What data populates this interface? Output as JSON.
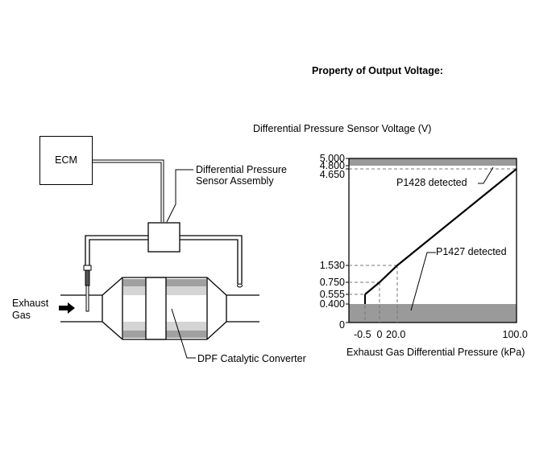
{
  "title": "Property of Output Voltage:",
  "diagram": {
    "ecm_label": "ECM",
    "sensor_label_line1": "Differential Pressure",
    "sensor_label_line2": "Sensor Assembly",
    "exhaust_label_line1": "Exhaust",
    "exhaust_label_line2": "Gas",
    "converter_label": "DPF Catalytic Converter"
  },
  "chart_data": {
    "type": "line",
    "ylabel": "Differential Pressure Sensor Voltage (V)",
    "xlabel": "Exhaust Gas Differential Pressure (kPa)",
    "y_ticks": [
      "5.000",
      "4.800",
      "4.650",
      "1.530",
      "0.750",
      "0.555",
      "0.400",
      "0"
    ],
    "x_ticks": [
      "-0.5",
      "0",
      "20.0",
      "100.0"
    ],
    "series": [
      {
        "x": [
          -0.5,
          0,
          20.0,
          100.0
        ],
        "y": [
          0.555,
          0.75,
          1.53,
          4.65
        ]
      }
    ],
    "shaded_bands_voltage": [
      [
        4.8,
        5.0
      ],
      [
        0,
        0.4
      ]
    ],
    "annotations": [
      "P1428 detected",
      "P1427 detected"
    ],
    "grid": false
  },
  "colors": {
    "band_fill": "#9a9a9a",
    "converter_dark": "#a0a0a0",
    "converter_light": "#d4d4d4",
    "line": "#000000"
  }
}
